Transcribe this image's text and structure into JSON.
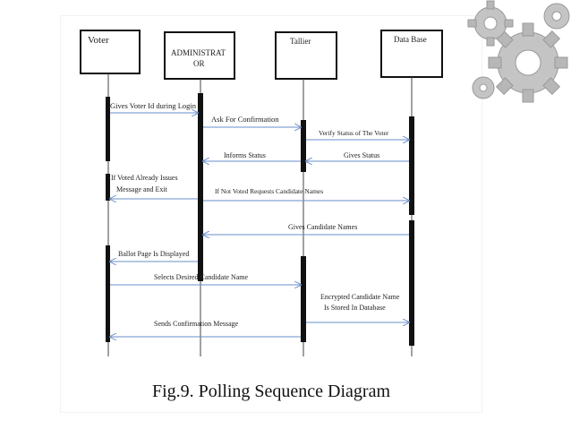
{
  "figure": {
    "caption": "Fig.9. Polling Sequence Diagram"
  },
  "participants": [
    {
      "id": "voter",
      "label": "Voter"
    },
    {
      "id": "admin",
      "label_line1": "ADMINISTRAT",
      "label_line2": "OR"
    },
    {
      "id": "tallier",
      "label": "Tallier"
    },
    {
      "id": "db",
      "label": "Data Base"
    }
  ],
  "messages": [
    {
      "id": "m1",
      "text": "Gives Voter Id during Login"
    },
    {
      "id": "m2",
      "text": "Ask For Confirmation"
    },
    {
      "id": "m3",
      "text": "Verify Status of The Voter"
    },
    {
      "id": "m4",
      "text": "Gives Status"
    },
    {
      "id": "m5",
      "text": "Informs Status"
    },
    {
      "id": "m6",
      "line1": "If Voted Already Issues",
      "line2": "Message and Exit"
    },
    {
      "id": "m7",
      "text": "If Not Voted Requests Candidate Names"
    },
    {
      "id": "m8",
      "text": "Gives Candidate Names"
    },
    {
      "id": "m9",
      "text": "Ballot Page Is Displayed"
    },
    {
      "id": "m10",
      "text": "Selects Desired Candidate Name"
    },
    {
      "id": "m11",
      "line1": "Encrypted Candidate Name",
      "line2": "Is Stored In Database"
    },
    {
      "id": "m12",
      "text": "Sends Confirmation Message"
    }
  ],
  "colors": {
    "arrow": "#6a8fc9",
    "lifeline": "#333333",
    "activation": "#111111",
    "gear": "#bdbdbd"
  }
}
